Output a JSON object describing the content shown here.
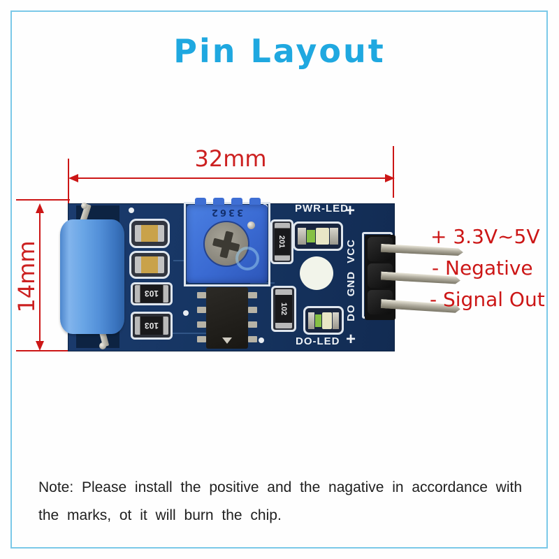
{
  "colors": {
    "title_cyan": "#1fa8e0",
    "annotation_red": "#cc1616",
    "frame_blue": "#7bc9e8",
    "pcb_navy": "#163562",
    "sensor_blue": "#5a96db",
    "pot_blue": "#3f6fd4"
  },
  "title": "Pin Layout",
  "dimensions": {
    "width": "32mm",
    "height": "14mm"
  },
  "board": {
    "pwr_led_label": "PWR-LED",
    "pwr_plus": "+",
    "do_led_label": "DO-LED",
    "do_plus": "+",
    "pin_row_label": "DO GND VCC",
    "pot_marking": "3362",
    "res_103a": "103",
    "res_103b": "103",
    "res_201": "201",
    "res_102": "102"
  },
  "pin_labels": {
    "vcc": "+ 3.3V~5V",
    "gnd": "- Negative",
    "signal": "- Signal Out"
  },
  "note": {
    "line1": "Note: Please install the positive and the nagative in accordance with",
    "line2": "the marks, ot it will burn the chip."
  }
}
